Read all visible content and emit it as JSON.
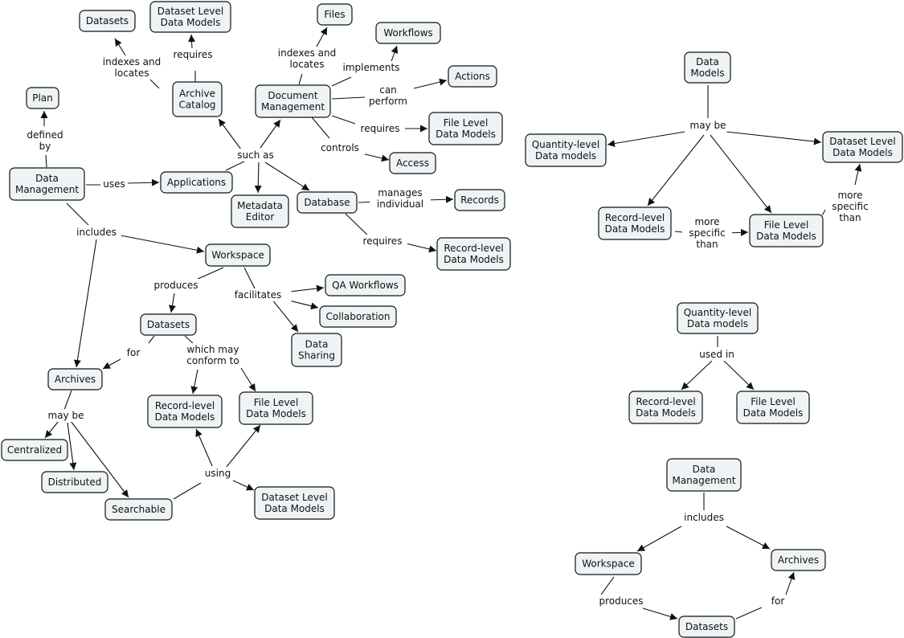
{
  "nodes": {
    "datasets_top": "Datasets",
    "dataset_level_top": "Dataset Level\nData Models",
    "files": "Files",
    "workflows": "Workflows",
    "actions": "Actions",
    "plan": "Plan",
    "archive_catalog": "Archive\nCatalog",
    "document_management": "Document\nManagement",
    "file_level_top": "File Level\nData Models",
    "access": "Access",
    "data_management": "Data\nManagement",
    "applications": "Applications",
    "metadata_editor": "Metadata\nEditor",
    "database": "Database",
    "records": "Records",
    "record_level_right": "Record-level\nData Models",
    "workspace": "Workspace",
    "qa_workflows": "QA Workflows",
    "collaboration": "Collaboration",
    "datasets_mid": "Datasets",
    "data_sharing": "Data\nSharing",
    "archives": "Archives",
    "record_level_bottom": "Record-level\nData Models",
    "file_level_bottom": "File Level\nData Models",
    "centralized": "Centralized",
    "distributed": "Distributed",
    "searchable": "Searchable",
    "dataset_level_bottom": "Dataset Level\nData Models",
    "r_data_models": "Data\nModels",
    "r_quantity_level": "Quantity-level\nData models",
    "r_dataset_level": "Dataset Level\nData Models",
    "r_record_level": "Record-level\nData Models",
    "r_file_level": "File Level\nData Models",
    "q_quantity_level": "Quantity-level\nData models",
    "q_record_level": "Record-level\nData Models",
    "q_file_level": "File Level\nData Models",
    "b_data_management": "Data\nManagement",
    "b_workspace": "Workspace",
    "b_archives": "Archives",
    "b_datasets": "Datasets"
  },
  "links": {
    "indexes_and_locates_1": "indexes and\nlocates",
    "requires_1": "requires",
    "indexes_and_locates_2": "indexes and\nlocates",
    "implements": "implements",
    "can_perform": "can\nperform",
    "requires_2": "requires",
    "controls": "controls",
    "defined_by": "defined\nby",
    "uses": "uses",
    "such_as": "such as",
    "manages_individual": "manages\nindividual",
    "requires_3": "requires",
    "includes": "includes",
    "produces": "produces",
    "facilitates": "facilitates",
    "for": "for",
    "which_may_conform_to": "which may\nconform to",
    "may_be": "may be",
    "using": "using",
    "r_may_be": "may be",
    "r_more_specific_1": "more\nspecific\nthan",
    "r_more_specific_2": "more\nspecific\nthan",
    "q_used_in": "used in",
    "b_includes": "includes",
    "b_produces": "produces",
    "b_for": "for"
  }
}
